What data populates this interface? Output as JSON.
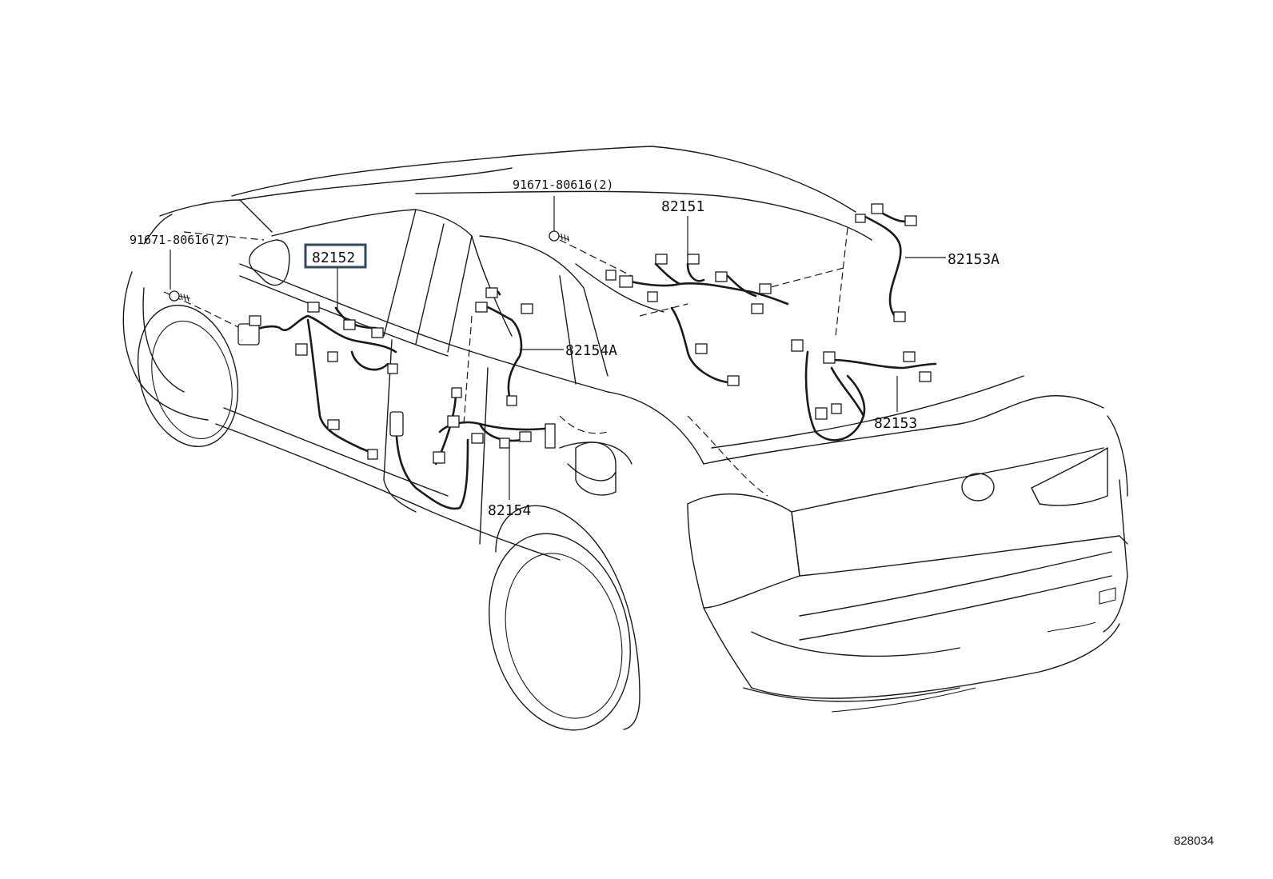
{
  "diagram": {
    "part_labels": {
      "bolt_left": "91671-80616(2)",
      "bolt_top": "91671-80616(2)",
      "harness_82151": "82151",
      "harness_82152": "82152",
      "harness_82153A": "82153A",
      "harness_82154A": "82154A",
      "harness_82153": "82153",
      "harness_82154": "82154"
    },
    "highlighted_part": "82152",
    "reference_number": "828034"
  }
}
